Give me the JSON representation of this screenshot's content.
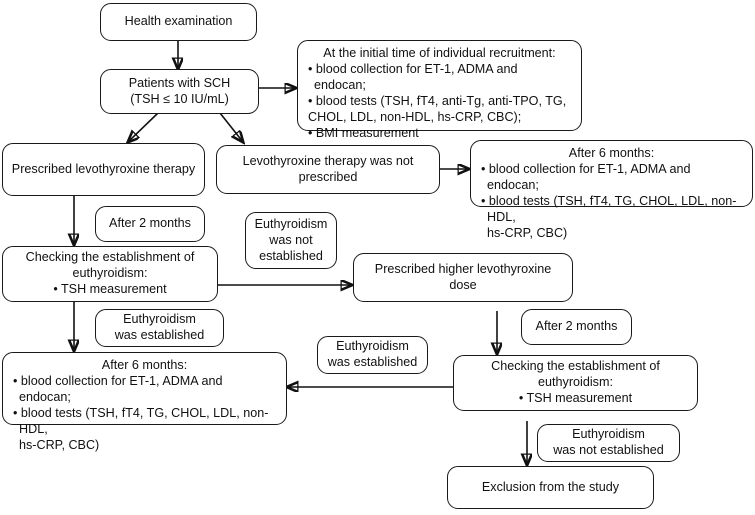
{
  "diagram": {
    "title": "Study flow chart for subclinical hypothyroidism (SCH) patients",
    "type": "flowchart",
    "background_color": "#ffffff",
    "line_color": "#111111",
    "box_border_color": "#1a1a1a",
    "nodes": {
      "health_exam": {
        "label": "Health examination"
      },
      "patients_sch": {
        "line1": "Patients with SCH",
        "line2": "(TSH ≤ 10 IU/mL)"
      },
      "initial_recruitment": {
        "title": "At the initial time of individual recruitment:",
        "item1": "• blood collection for ET-1, ADMA and endocan;",
        "item2": "• blood tests (TSH, fT4, anti-Tg, anti-TPO, TG,",
        "item2_cont": "CHOL, LDL, non-HDL, hs-CRP, CBC);",
        "item3": "• BMI measurement"
      },
      "prescribed_levo": {
        "label": "Prescribed levothyroxine therapy"
      },
      "not_prescribed": {
        "line1": "Levothyroxine therapy was not",
        "line2": "prescribed"
      },
      "after6_right": {
        "title": "After 6 months:",
        "item1": "• blood collection for ET-1, ADMA and endocan;",
        "item2": "• blood tests (TSH, fT4, TG, CHOL, LDL, non-HDL,",
        "item2_cont": "hs-CRP, CBC)"
      },
      "after2_left": {
        "label": "After 2 months"
      },
      "checking_left": {
        "line1": "Checking the establishment of",
        "line2": "euthyroidism:",
        "line3": "• TSH measurement"
      },
      "eu_not_est_mid": {
        "line1": "Euthyroidism",
        "line2": "was not",
        "line3": "established"
      },
      "higher_dose": {
        "line1": "Prescribed higher levothyroxine",
        "line2": "dose"
      },
      "eu_est_left": {
        "line1": "Euthyroidism",
        "line2": "was established"
      },
      "after6_left": {
        "title": "After 6 months:",
        "item1": "• blood collection for ET-1, ADMA and endocan;",
        "item2": "• blood tests (TSH, fT4, TG, CHOL, LDL, non-HDL,",
        "item2_cont": "hs-CRP, CBC)"
      },
      "eu_est_mid": {
        "line1": "Euthyroidism",
        "line2": "was established"
      },
      "after2_right": {
        "label": "After 2 months"
      },
      "checking_right": {
        "line1": "Checking the establishment of",
        "line2": "euthyroidism:",
        "line3": "• TSH measurement"
      },
      "eu_not_est_right": {
        "line1": "Euthyroidism",
        "line2": "was not established"
      },
      "exclusion": {
        "label": "Exclusion from the study"
      }
    }
  }
}
